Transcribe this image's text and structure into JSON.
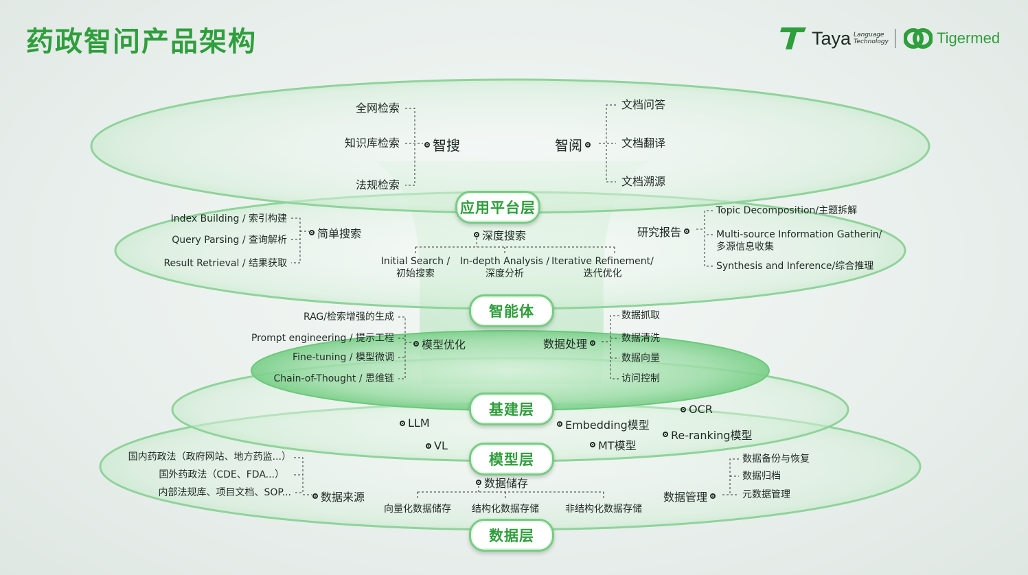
{
  "header": {
    "title": "药政智问产品架构",
    "logo_taya": "Taya",
    "logo_taya_sub1": "Language",
    "logo_taya_sub2": "Technology",
    "logo_tigermed": "Tigermed"
  },
  "colors": {
    "accent": "#2f9e3c",
    "ring": "#77cc82",
    "fill": "#d9f0dc"
  },
  "layers": {
    "app": "应用平台层",
    "agent": "智能体",
    "infra": "基建层",
    "model": "模型层",
    "data": "数据层"
  },
  "app_layer": {
    "smart_search": {
      "label": "智搜",
      "items": [
        "全网检索",
        "知识库检索",
        "法规检索"
      ]
    },
    "smart_read": {
      "label": "智阅",
      "items": [
        "文档问答",
        "文档翻译",
        "文档溯源"
      ]
    }
  },
  "agent_layer": {
    "simple_search": {
      "label": "简单搜索",
      "items": [
        "Index Building / 索引构建",
        "Query Parsing / 查询解析",
        "Result Retrieval / 结果获取"
      ]
    },
    "deep_search": {
      "label": "深度搜索",
      "items": [
        {
          "line1": "Initial Search /",
          "line2": "初始搜索"
        },
        {
          "line1": "In-depth Analysis /",
          "line2": "深度分析"
        },
        {
          "line1": "Iterative Refinement/",
          "line2": "迭代优化"
        }
      ]
    },
    "research_report": {
      "label": "研究报告",
      "items": [
        {
          "line1": "Topic Decomposition/主题拆解",
          "line2": ""
        },
        {
          "line1": "Multi-source Information Gatherin/",
          "line2": "多源信息收集"
        },
        {
          "line1": "Synthesis and Inference/综合推理",
          "line2": ""
        }
      ]
    }
  },
  "infra_layer": {
    "model_opt": {
      "label": "模型优化",
      "items": [
        "RAG/检索增强的生成",
        "Prompt engineering / 提示工程",
        "Fine-tuning / 模型微调",
        "Chain-of-Thought / 思维链"
      ]
    },
    "data_proc": {
      "label": "数据处理",
      "items": [
        "数据抓取",
        "数据清洗",
        "数据向量",
        "访问控制"
      ]
    }
  },
  "model_layer": {
    "items": [
      "LLM",
      "Embedding模型",
      "OCR",
      "Re-ranking模型",
      "VL",
      "MT模型"
    ]
  },
  "data_layer": {
    "data_source": {
      "label": "数据来源",
      "items": [
        "国内药政法（政府网站、地方药监...）",
        "国外药政法（CDE、FDA...）",
        "内部法规库、项目文档、SOP..."
      ]
    },
    "data_storage": {
      "label": "数据储存",
      "items": [
        "向量化数据储存",
        "结构化数据存储",
        "非结构化数据存储"
      ]
    },
    "data_mgmt": {
      "label": "数据管理",
      "items": [
        "数据备份与恢复",
        "数据归档",
        "元数据管理"
      ]
    }
  }
}
